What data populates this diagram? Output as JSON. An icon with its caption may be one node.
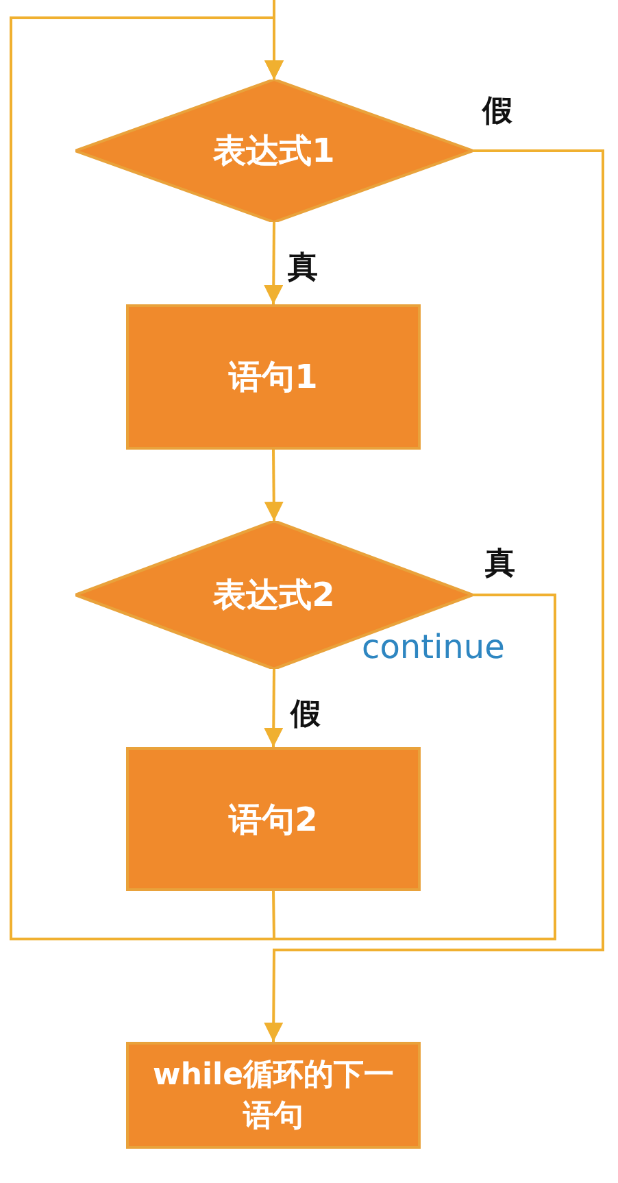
{
  "diagram": {
    "nodes": [
      {
        "text": [
          "表达式1"
        ]
      },
      {
        "text": [
          "语句1"
        ]
      },
      {
        "text": [
          "表达式2"
        ]
      },
      {
        "text": [
          "语句2"
        ]
      },
      {
        "text": [
          "while循环的下一语句"
        ]
      }
    ],
    "edges": [
      {
        "from": null,
        "to": 0,
        "arrow": "to"
      },
      {
        "from": 0,
        "to": 1,
        "arrow": "to",
        "label": "真"
      },
      {
        "from": 1,
        "to": 2,
        "arrow": "to"
      },
      {
        "from": 2,
        "to": 3,
        "arrow": "to",
        "label": "假"
      },
      {
        "from": 3,
        "to": 0,
        "arrow": "to"
      },
      {
        "from": 2,
        "to": 0,
        "arrow": "to",
        "label": "真"
      },
      {
        "from": 0,
        "to": 4,
        "arrow": "to",
        "label": "假"
      }
    ],
    "labels": [
      "continue"
    ]
  }
}
